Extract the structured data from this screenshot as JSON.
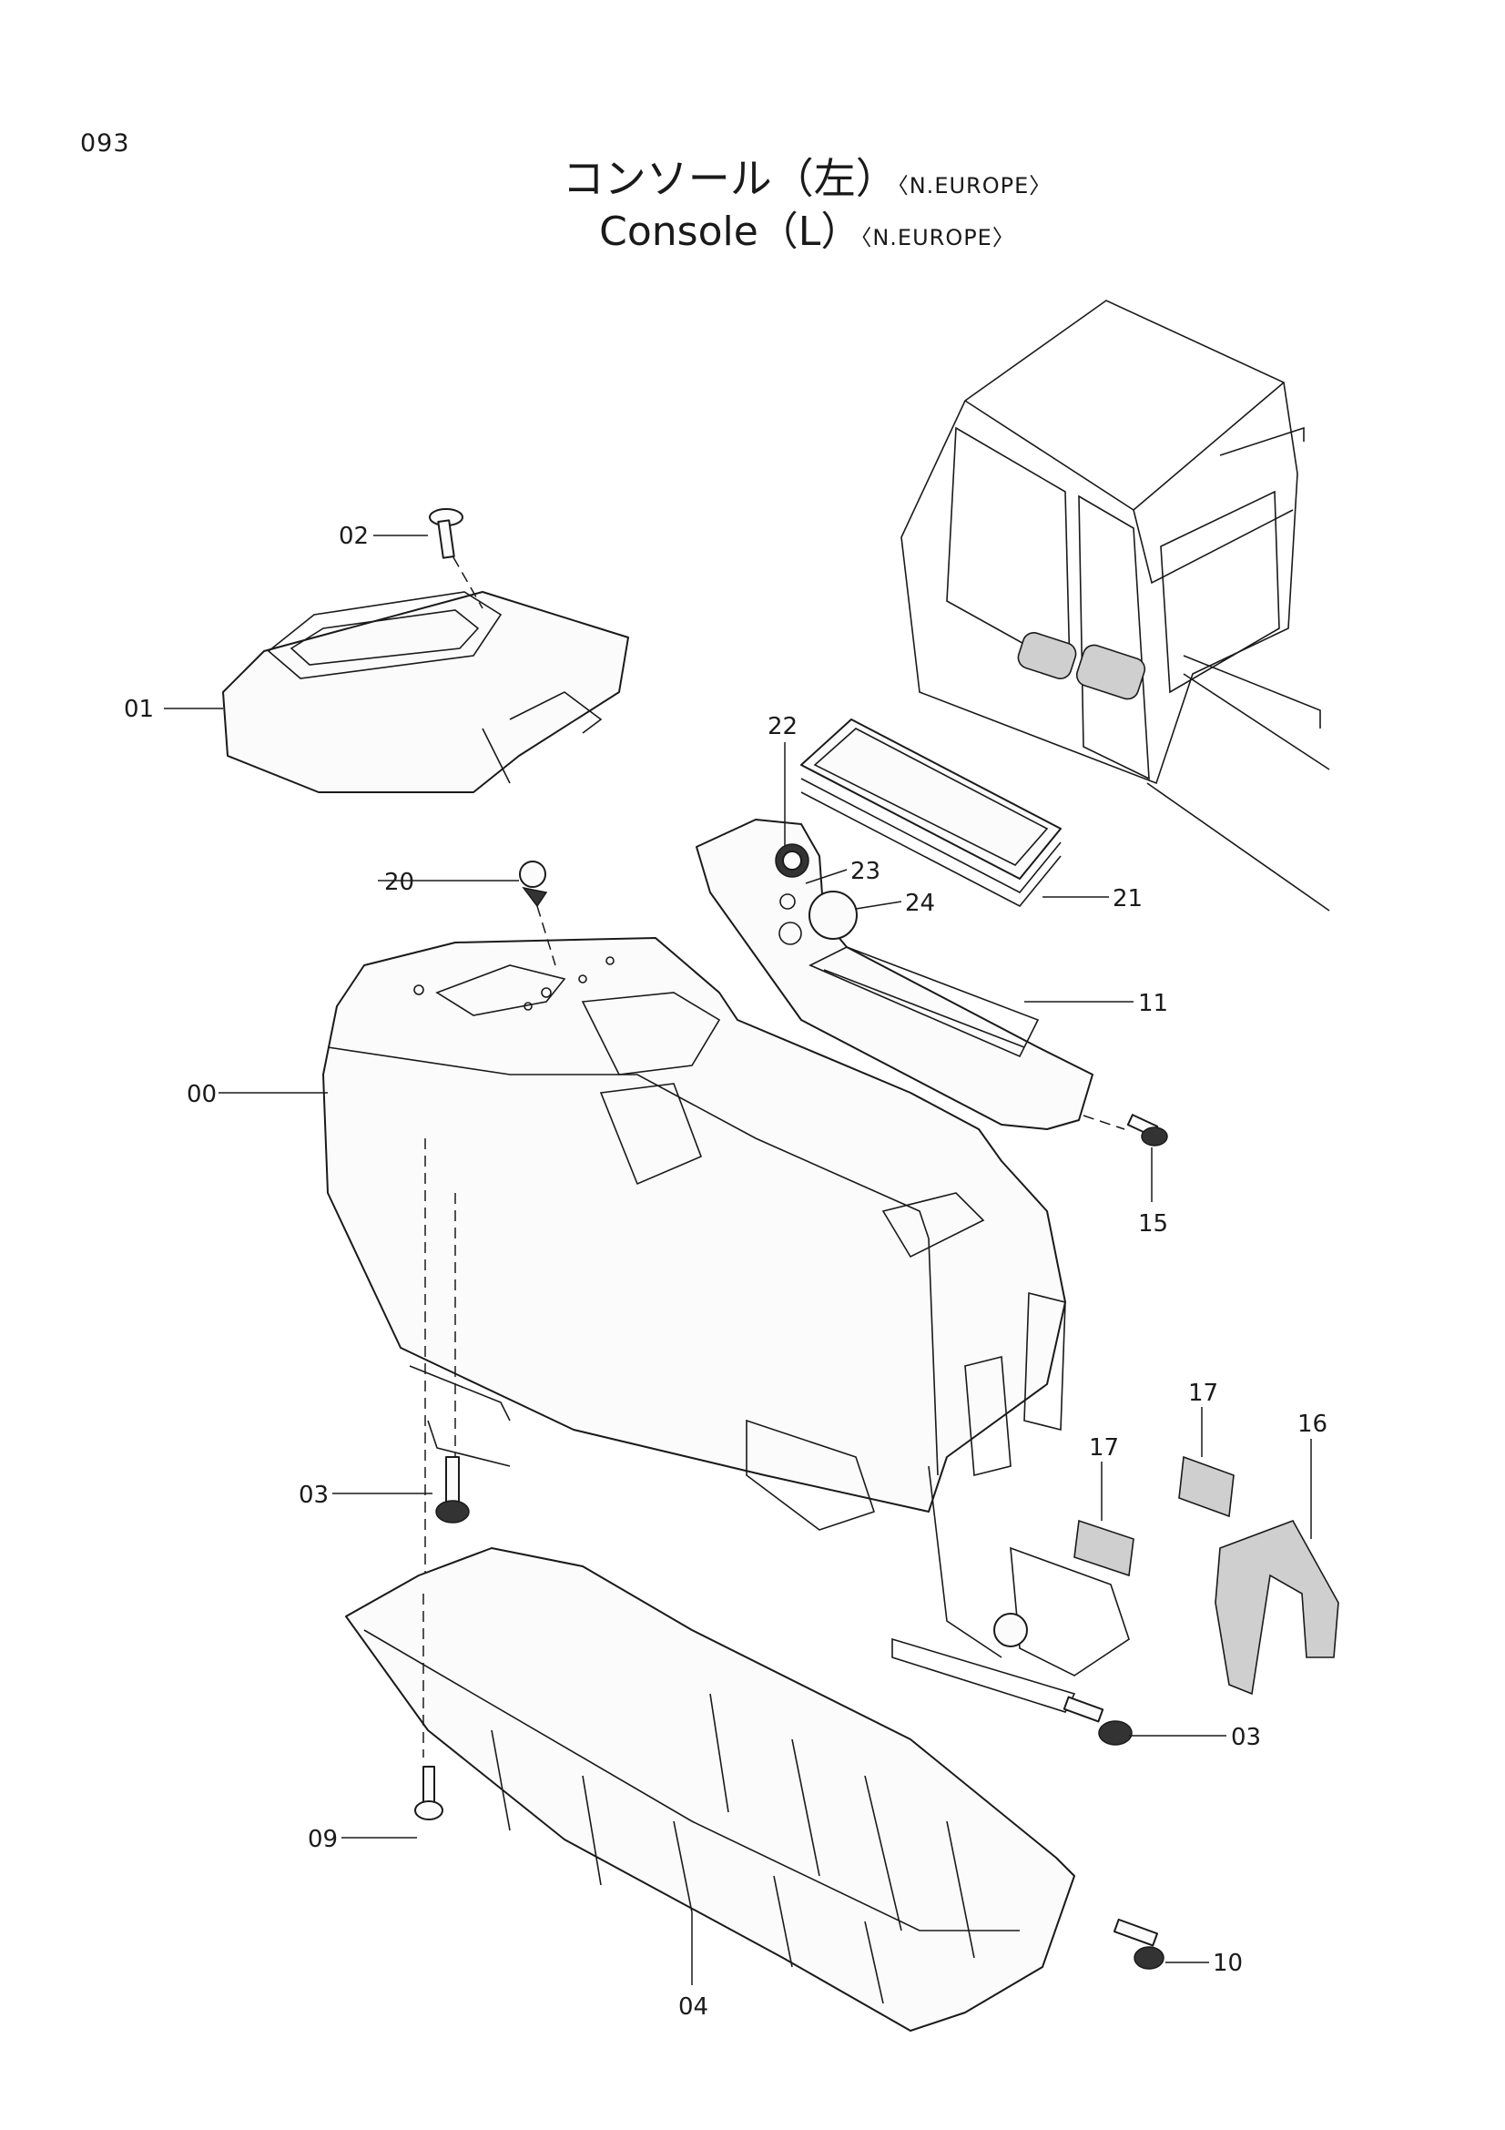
{
  "page_number": "093",
  "title_jp": "コンソール（左）",
  "title_en": "Console（L）",
  "region_jp": "〈N.EUROPE〉",
  "region_en": "〈N.EUROPE〉",
  "callouts": {
    "c00": "00",
    "c01": "01",
    "c02": "02",
    "c03a": "03",
    "c03b": "03",
    "c04": "04",
    "c09": "09",
    "c10": "10",
    "c11": "11",
    "c15": "15",
    "c16": "16",
    "c17a": "17",
    "c17b": "17",
    "c20": "20",
    "c21": "21",
    "c22": "22",
    "c23": "23",
    "c24": "24"
  }
}
